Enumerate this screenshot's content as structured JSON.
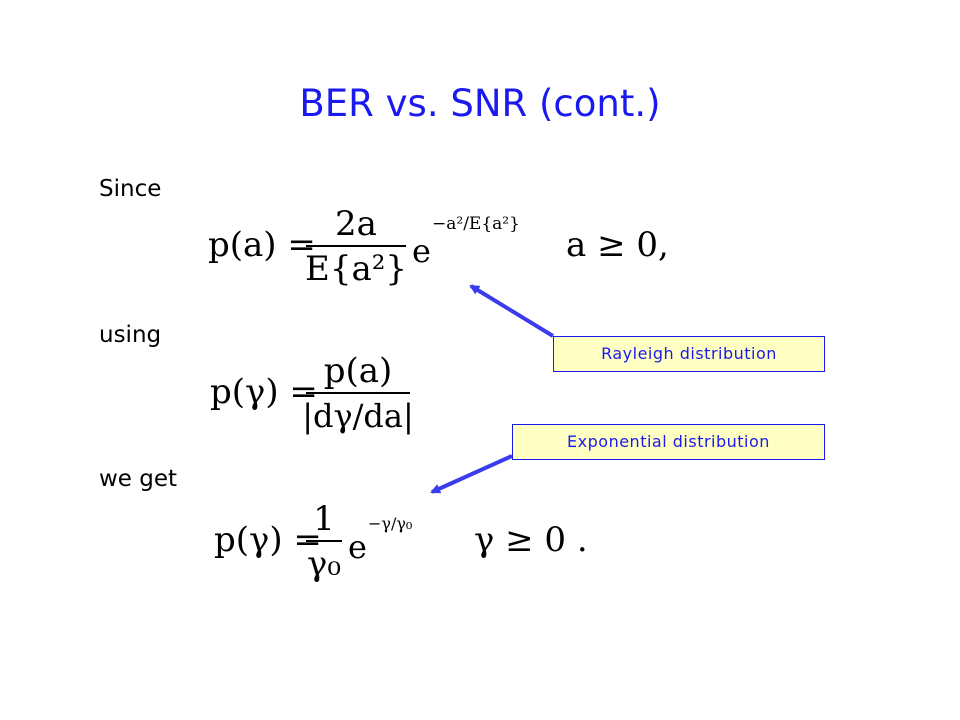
{
  "slide": {
    "title": "BER vs. SNR (cont.)",
    "labels": {
      "since": "Since",
      "using": "using",
      "we_get": "we get"
    },
    "equations": {
      "rayleigh": {
        "lhs": "p(a) =",
        "numerator": "2a",
        "denominator": "E{a²}",
        "exponential": "e",
        "exponent": "−a²/E{a²}",
        "condition": "a ≥ 0,"
      },
      "transform": {
        "lhs": "p(γ) =",
        "numerator": "p(a)",
        "denominator": "|dγ/da|"
      },
      "exponential_pdf": {
        "lhs": "p(γ) =",
        "numerator": "1",
        "denominator": "γ₀",
        "exponential": "e",
        "exponent": "−γ/γ₀",
        "condition": "γ ≥ 0 ."
      }
    },
    "callouts": {
      "rayleigh": "Rayleigh distribution",
      "exponential": "Exponential distribution"
    },
    "colors": {
      "title": "#1a1aee",
      "callout_fill": "#ffffc4",
      "callout_text": "#1a1aee",
      "arrow": "#3b3bee"
    }
  }
}
